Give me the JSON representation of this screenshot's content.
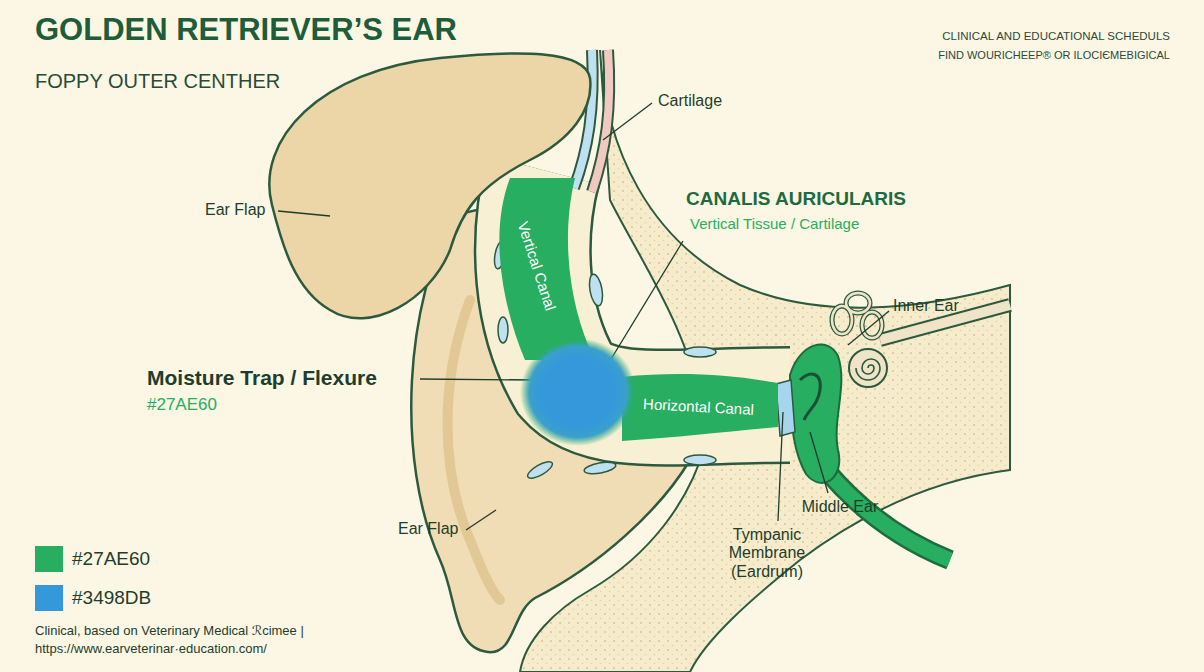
{
  "diagram": {
    "title": "GOLDEN RETRIEVER’S EAR",
    "caption": "Clinical, based on Veterinary Medical ℛcimee | https://www.earveterinar·education.com/",
    "nodes": [
      {
        "text": [
          "Vertical Canal"
        ]
      },
      {
        "text": [
          "Horizontal Canal"
        ]
      }
    ],
    "labels": [
      "FOPPY OUTER CENTHER",
      "CLINICAL AND EDUCATIONAL SCHEDULS",
      "FIND WOURICHEEP® OR ILOCIЄMEBIGICAL",
      "Cartilage",
      "Ear Flap",
      "CANALIS AURICULARIS",
      "Vertical Tissue / Cartilage",
      "Inner Ear",
      "Moisture Trap / Flexure",
      "#27AE60",
      "Ear Flap",
      "Tympanic Membrane (Eardrum)",
      "Middle Ear"
    ],
    "legend": [
      {
        "text": "#27AE60",
        "color": "#27AE60"
      },
      {
        "text": "#3498DB",
        "color": "#3498DB"
      }
    ]
  }
}
